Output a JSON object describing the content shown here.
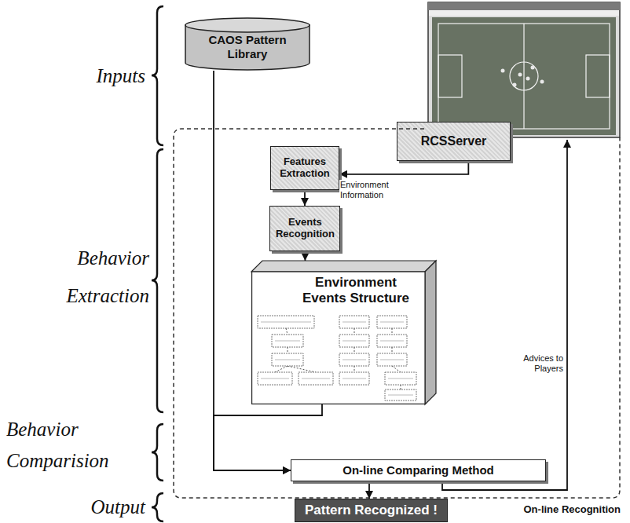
{
  "diagram": {
    "nodes": [
      {
        "text": [
          "CAOS Pattern Library"
        ]
      },
      {
        "text": [
          "RCSServer"
        ]
      },
      {
        "text": [
          "On-line Recognition"
        ]
      },
      {
        "text": [
          "Features Extraction"
        ],
        "in": 2
      },
      {
        "text": [
          "Events Recognition"
        ],
        "in": 2
      },
      {
        "text": [
          "Environment Events Structure"
        ],
        "in": 2
      },
      {
        "text": [
          "On-line Comparing Method"
        ],
        "in": 2
      },
      {
        "text": [
          "Pattern Recognized !"
        ]
      }
    ],
    "edges": [
      {
        "from": 1,
        "to": 3,
        "arrow": "to",
        "label": "Environment Information"
      },
      {
        "from": 3,
        "to": 4,
        "arrow": "to"
      },
      {
        "from": 4,
        "to": 5,
        "arrow": "to"
      },
      {
        "from": 0,
        "to": 6,
        "arrow": "to"
      },
      {
        "from": 5,
        "to": 6,
        "arrow": "to"
      },
      {
        "from": 6,
        "to": 7,
        "arrow": "to"
      },
      {
        "from": 6,
        "to": 1,
        "arrow": "to",
        "label": "Advices to Players"
      }
    ],
    "labels": [
      "Inputs",
      "Behavior Extraction",
      "Behavior Comparision",
      "Output"
    ]
  }
}
